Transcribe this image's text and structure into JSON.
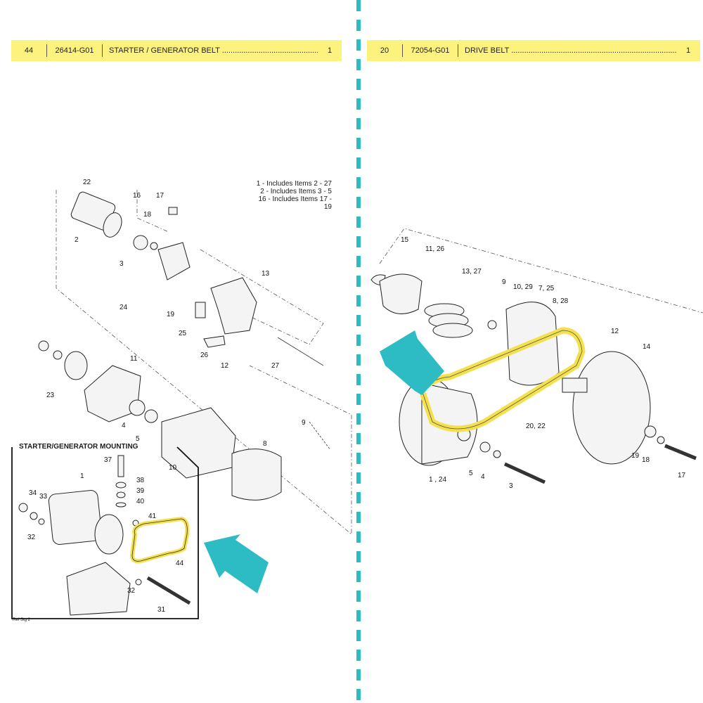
{
  "left": {
    "item_no": "44",
    "part_no": "26414-G01",
    "description": "STARTER / GENERATOR BELT ..........................................................................",
    "qty": "1",
    "notes": [
      "1 - Includes Items 2 - 27",
      "2 - Includes Items 3 - 5",
      "16 - Includes Items 17 - 19"
    ],
    "inset_title": "STARTER/GENERATOR MOUNTING",
    "ref": "Ref Stg 2",
    "callouts": {
      "c22": "22",
      "c16": "16",
      "c17": "17",
      "c18": "18",
      "c2": "2",
      "c3": "3",
      "c19": "19",
      "c13": "13",
      "c24": "24",
      "c25": "25",
      "c26": "26",
      "c12": "12",
      "c27": "27",
      "c23": "23",
      "c11": "11",
      "c4": "4",
      "c5": "5",
      "c10": "10",
      "c8": "8",
      "c9": "9",
      "c1": "1",
      "c37": "37",
      "c38": "38",
      "c39": "39",
      "c40": "40",
      "c34": "34",
      "c33": "33",
      "c32a": "32",
      "c41": "41",
      "c44": "44",
      "c32b": "32",
      "c31": "31"
    }
  },
  "right": {
    "item_no": "20",
    "part_no": "72054-G01",
    "description": "DRIVE BELT .........................................................................................",
    "qty": "1",
    "callouts": {
      "c15": "15",
      "c1126": "11, 26",
      "c1327": "13, 27",
      "c9": "9",
      "c1029": "10, 29",
      "c725": "7, 25",
      "c828": "8, 28",
      "c12": "12",
      "c14": "14",
      "c2022": "20, 22",
      "c124": "1 , 24",
      "c5": "5",
      "c4": "4",
      "c3": "3",
      "c19": "19",
      "c18": "18",
      "c17": "17"
    }
  },
  "colors": {
    "highlight": "#fdf27d",
    "arrow": "#2dbcc4",
    "belt": "#f3e04a"
  }
}
